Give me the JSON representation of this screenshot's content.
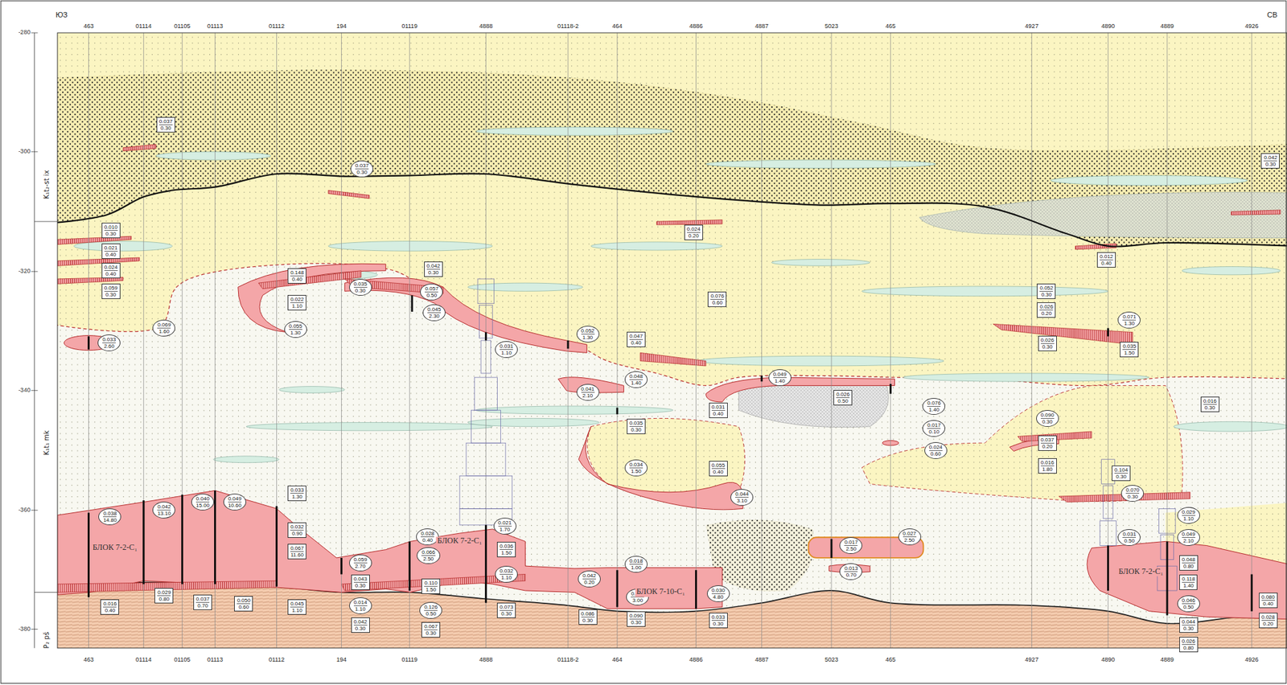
{
  "diagram": {
    "nodes": [
      {
        "text": [
          "0.037",
          "0.30"
        ]
      },
      {
        "text": [
          "0.037",
          "0.30"
        ]
      },
      {
        "text": [
          "0.024",
          "0.20"
        ]
      },
      {
        "text": [
          "0.042",
          "0.30"
        ]
      },
      {
        "text": [
          "0.010",
          "0.30"
        ]
      },
      {
        "text": [
          "0.021",
          "0.40"
        ]
      },
      {
        "text": [
          "0.024",
          "0.40"
        ]
      },
      {
        "text": [
          "0.059",
          "0.30"
        ]
      },
      {
        "text": [
          "0.012",
          "0.40"
        ]
      },
      {
        "text": [
          "0.148",
          "0.40"
        ]
      },
      {
        "text": [
          "0.042",
          "0.30"
        ]
      },
      {
        "text": [
          "0.035",
          "0.30"
        ]
      },
      {
        "text": [
          "0.057",
          "0.50"
        ]
      },
      {
        "text": [
          "0.052",
          "0.30"
        ]
      },
      {
        "text": [
          "0.076",
          "0.60"
        ]
      },
      {
        "text": [
          "0.022",
          "1.10"
        ]
      },
      {
        "text": [
          "0.026",
          "0.20"
        ]
      },
      {
        "text": [
          "0.045",
          "2.30"
        ]
      },
      {
        "text": [
          "0.071",
          "1.30"
        ]
      },
      {
        "text": [
          "0.069",
          "1.60"
        ]
      },
      {
        "text": [
          "0.055",
          "1.30"
        ]
      },
      {
        "text": [
          "0.052",
          "1.30"
        ]
      },
      {
        "text": [
          "0.047",
          "0.40"
        ]
      },
      {
        "text": [
          "0.033",
          "2.60"
        ]
      },
      {
        "text": [
          "0.026",
          "0.30"
        ]
      },
      {
        "text": [
          "0.035",
          "1.50"
        ]
      },
      {
        "text": [
          "0.031",
          "1.10"
        ]
      },
      {
        "text": [
          "0.049",
          "1.40"
        ]
      },
      {
        "text": [
          "0.048",
          "1.40"
        ]
      },
      {
        "text": [
          "0.041",
          "2.10"
        ]
      },
      {
        "text": [
          "0.026",
          "0.50"
        ]
      },
      {
        "text": [
          "0.016",
          "0.30"
        ]
      },
      {
        "text": [
          "0.076",
          "1.40"
        ]
      },
      {
        "text": [
          "0.031",
          "0.40"
        ]
      },
      {
        "text": [
          "0.090",
          "0.30"
        ]
      },
      {
        "text": [
          "0.035",
          "0.30"
        ]
      },
      {
        "text": [
          "0.017",
          "0.10"
        ]
      },
      {
        "text": [
          "0.024",
          "0.60"
        ]
      },
      {
        "text": [
          "0.037",
          "0.20"
        ]
      },
      {
        "text": [
          "0.016",
          "1.80"
        ]
      },
      {
        "text": [
          "0.034",
          "1.50"
        ]
      },
      {
        "text": [
          "0.055",
          "0.40"
        ]
      },
      {
        "text": [
          "0.104",
          "0.30"
        ]
      },
      {
        "text": [
          "0.070",
          "0.30"
        ]
      },
      {
        "text": [
          "0.044",
          "3.10"
        ]
      },
      {
        "text": [
          "0.033",
          "1.30"
        ]
      },
      {
        "text": [
          "0.038",
          "14.80"
        ]
      },
      {
        "text": [
          "0.042",
          "13.10"
        ]
      },
      {
        "text": [
          "0.040",
          "15.00"
        ]
      },
      {
        "text": [
          "0.049",
          "10.60"
        ]
      },
      {
        "text": [
          "0.029",
          "1.10"
        ]
      },
      {
        "text": [
          "0.021",
          "1.70"
        ]
      },
      {
        "text": [
          "0.032",
          "0.90"
        ]
      },
      {
        "text": [
          "0.028",
          "0.40"
        ]
      },
      {
        "text": [
          "0.027",
          "2.50"
        ]
      },
      {
        "text": [
          "0.031",
          "0.50"
        ]
      },
      {
        "text": [
          "0.049",
          "2.10"
        ]
      },
      {
        "text": [
          "0.017",
          "2.50"
        ]
      },
      {
        "text": [
          "0.036",
          "1.50"
        ]
      },
      {
        "text": [
          "0.067",
          "11.60"
        ]
      },
      {
        "text": [
          "0.066",
          "2.50"
        ]
      },
      {
        "text": [
          "0.059",
          "2.70"
        ]
      },
      {
        "text": [
          "0.048",
          "0.80"
        ]
      },
      {
        "text": [
          "0.018",
          "1.00"
        ]
      },
      {
        "text": [
          "0.013",
          "0.70"
        ]
      },
      {
        "text": [
          "0.032",
          "1.10"
        ]
      },
      {
        "text": [
          "0.042",
          "0.20"
        ]
      },
      {
        "text": [
          "0.043",
          "0.30"
        ]
      },
      {
        "text": [
          "0.118",
          "1.40"
        ]
      },
      {
        "text": [
          "0.110",
          "1.50"
        ]
      },
      {
        "text": [
          "0.030",
          "4.80"
        ]
      },
      {
        "text": [
          "0.027",
          "3.00"
        ]
      },
      {
        "text": [
          "0.029",
          "0.80"
        ]
      },
      {
        "text": [
          "0.080",
          "0.40"
        ]
      },
      {
        "text": [
          "0.046",
          "0.50"
        ]
      },
      {
        "text": [
          "0.037",
          "0.70"
        ]
      },
      {
        "text": [
          "0.050",
          "0.60"
        ]
      },
      {
        "text": [
          "0.014",
          "1.10"
        ]
      },
      {
        "text": [
          "0.016",
          "0.40"
        ]
      },
      {
        "text": [
          "0.045",
          "1.10"
        ]
      },
      {
        "text": [
          "0.126",
          "0.50"
        ]
      },
      {
        "text": [
          "0.073",
          "0.30"
        ]
      },
      {
        "text": [
          "0.086",
          "0.30"
        ]
      },
      {
        "text": [
          "0.028",
          "0.20"
        ]
      },
      {
        "text": [
          "0.090",
          "0.30"
        ]
      },
      {
        "text": [
          "0.033",
          "0.30"
        ]
      },
      {
        "text": [
          "0.042",
          "0.30"
        ]
      },
      {
        "text": [
          "0.044",
          "0.30"
        ]
      },
      {
        "text": [
          "0.067",
          "0.30"
        ]
      },
      {
        "text": [
          "0.026",
          "0.80"
        ]
      }
    ],
    "labels": [
      "ЮЗ",
      "СВ",
      "463",
      "01114",
      "01105",
      "01113",
      "01112",
      "194",
      "01119",
      "4888",
      "01118-2",
      "464",
      "4886",
      "4887",
      "5023",
      "465",
      "4927",
      "4890",
      "4889",
      "4926",
      "-280",
      "-300",
      "-320",
      "-340",
      "-360",
      "-380",
      "K₁t₂-st ix",
      "K₁t₁ mk",
      "P₂ pš",
      "БЛОК 7-2-С₁",
      "БЛОК 7-2-С₁",
      "БЛОК 7-10-С₁",
      "БЛОК 7-2-С₁",
      "463",
      "01114",
      "01105",
      "01113",
      "01112",
      "194",
      "01119",
      "4888",
      "01118-2",
      "464",
      "4886",
      "4887",
      "5023",
      "465",
      "4927",
      "4890",
      "4889",
      "4926"
    ]
  }
}
